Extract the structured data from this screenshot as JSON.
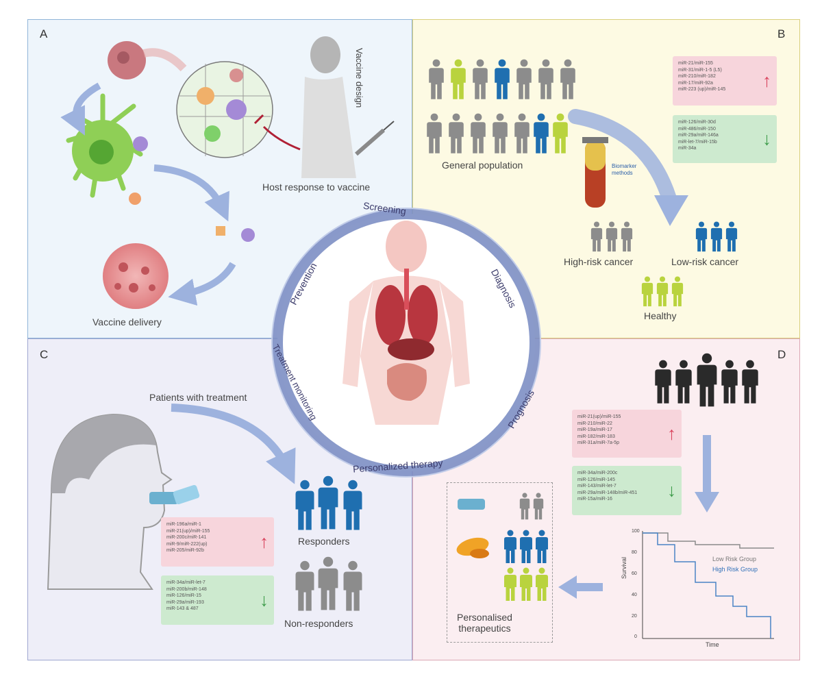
{
  "panels": {
    "a": {
      "label": "A",
      "vaccine_design": "Vaccine design",
      "host_response": "Host response to vaccine",
      "vaccine_delivery": "Vaccine delivery"
    },
    "b": {
      "label": "B",
      "general_population": "General population",
      "sample_label": "Biomarker\nmethods",
      "high_risk": "High-risk cancer",
      "low_risk": "Low-risk cancer",
      "healthy": "Healthy",
      "up_lines": [
        "miR-21/miR-155",
        "miR-31/miR-1-5 (L5)",
        "miR-210/miR-182",
        "miR-17/miR-92a",
        "miR-223 (up)/miR-145"
      ],
      "down_lines": [
        "miR-126/miR-30d",
        "miR-486/miR-150",
        "miR-29a/miR-146a",
        "miR-let-7/miR-15b",
        "miR-34a"
      ]
    },
    "c": {
      "label": "C",
      "patients": "Patients with treatment",
      "responders": "Responders",
      "non_responders": "Non-responders",
      "up_lines": [
        "miR-196a/miR-1",
        "miR-21(up)/miR-155",
        "miR-200c/miR-141",
        "miR-9/miR-222(up)",
        "miR-205/miR-92b"
      ],
      "down_lines": [
        "miR-34a/miR-let-7",
        "miR-200b/miR-148",
        "miR-126/miR-15",
        "miR-29a/miR-193",
        "miR-143 & 487"
      ]
    },
    "d": {
      "label": "D",
      "personalised": "Personalised\ntherapeutics",
      "up_lines": [
        "miR-21(up)/miR-155",
        "miR-210/miR-22",
        "miR-19a/miR-17",
        "miR-182/miR-183",
        "miR-31a/miR-7a-5p"
      ],
      "down_lines": [
        "miR-34a/miR-200c",
        "miR-126/miR-145",
        "miR-143/miR-let-7",
        "miR-29a/miR-148b/miR-451",
        "miR-15a/miR-16"
      ]
    }
  },
  "circle": {
    "screening": "Screening",
    "diagnosis": "Diagnosis",
    "prognosis": "Prognosis",
    "personalized_therapy": "Personalized therapy",
    "treatment_monitoring": "Treatment monitoring",
    "prevention": "Prevention"
  },
  "km_plot": {
    "ylabel": "Survival",
    "xlabel": "Time",
    "yticks": [
      "100",
      "80",
      "60",
      "40",
      "20",
      "0"
    ],
    "low_risk": "Low Risk Group",
    "high_risk": "High Risk Group"
  },
  "colors": {
    "gray_person": "#8c8c8c",
    "blue_person": "#1f6fb0",
    "green_person": "#b9d33e",
    "black_person": "#2a2a2a",
    "ring": "#7d8fc4",
    "arrow": "#9db2de"
  }
}
